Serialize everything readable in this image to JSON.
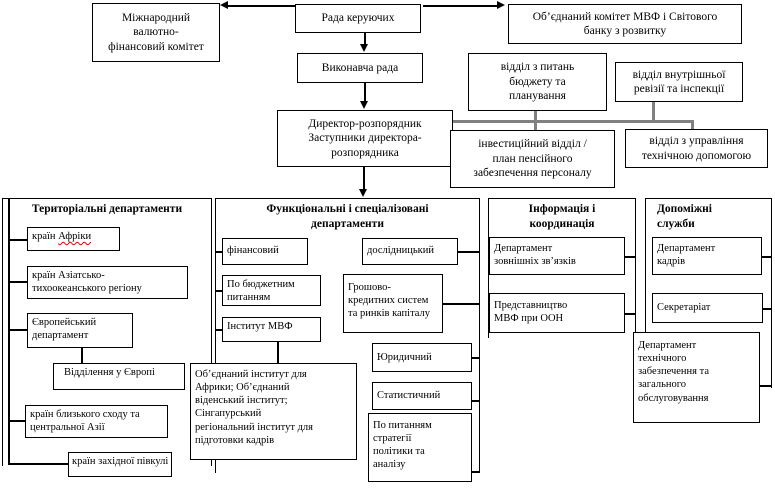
{
  "boxes": {
    "mvfk": "Міжнародний\nвалютно-\nфінансовий комітет",
    "rada": "Рада керуючих",
    "obyed": "Об’єднаний комітет МВФ і Світового\nбанку з розвитку",
    "vykon": "Виконавча рада",
    "dyrektor": "Директор-розпорядник\nЗаступники директора-\nрозпорядника",
    "budget": "відділ з питань\nбюджету та\nпланування",
    "revizia": "відділ внутрішньої\nревізії та інспекції",
    "invest": "інвестиційний відділ /\nплан пенсійного\nзабезпечення персоналу",
    "upravl": "відділ з управління\nтехнічною допомогою",
    "col1_header": "Територіальні департаменти",
    "afrika_prefix": "країн ",
    "afrika_word": "Афріки",
    "aziat": "країн Азіатсько-\nтихоокеанського регіону",
    "yevrop": "Європейський\nдепартамент",
    "viddilennya": "Відділення у Європі",
    "blyzk": "країн близького сходу та\nцентральної Азії",
    "zakhid": "країн західної півкулі",
    "col2_header": "Функціональні і спеціалізовані\nдепартаменти",
    "finans": "фінансовий",
    "doslid": "дослідницький",
    "byudzhet": "По бюджетним\nпитанням",
    "hroshovo": "Грошово-\nкредитних систем\nта ринків капіталу",
    "instytut": "Інститут МВФ",
    "obinst": "Об’єднаний інститут для\nАфрики; Об’єднаний\nвіденський інститут;\nСінгапурський\nрегіональний інститут для\nпідготовки кадрів",
    "yuryd": "Юридичний",
    "statyst": "Статистичний",
    "pytan": "По питанням\nстратегії\nполітики та\nаналізу",
    "col3_header": "Інформація і\nкоординація",
    "zovn": "Департамент\nзовнішніх зв’язків",
    "predst": "Представництво\nМВФ при ООН",
    "col4_header": "Допоміжні\nслужби",
    "kadriv": "Департамент\nкадрів",
    "sekret": "Секретаріат",
    "tekhn": "Департамент\nтехнічного\nзабезпечення та\nзагального\nобслуговування"
  },
  "colors": {
    "box_border": "#000000",
    "connector_gray": "#808080",
    "spellcheck_red": "#e00000",
    "background": "#ffffff"
  }
}
